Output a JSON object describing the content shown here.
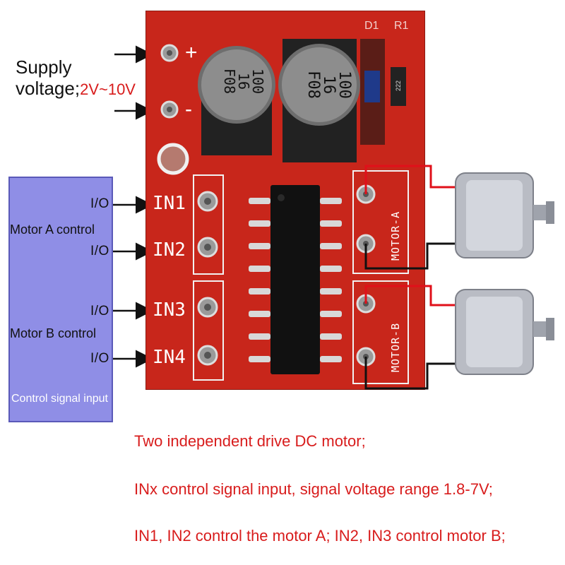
{
  "supply": {
    "label_line1": "Supply",
    "label_line2": "voltage;",
    "range": "2V~10V",
    "plus": "+",
    "minus": "-"
  },
  "board": {
    "silkscreen_d1": "D1",
    "silkscreen_r1": "R1",
    "cap_left": [
      "100",
      "16",
      "F08"
    ],
    "cap_right": [
      "100",
      "16",
      "F08"
    ],
    "resistor": "222",
    "pins": [
      "IN1",
      "IN2",
      "IN3",
      "IN4"
    ],
    "motor_a": "MOTOR-A",
    "motor_b": "MOTOR-B"
  },
  "control": {
    "io_labels": [
      "I/O",
      "I/O",
      "I/O",
      "I/O"
    ],
    "motor_a_control": "Motor A control",
    "motor_b_control": "Motor B control",
    "input_label": "Control signal input"
  },
  "notes": {
    "line1": "Two independent drive DC motor;",
    "line2": "INx control signal input, signal voltage range 1.8-7V;",
    "line3": "IN1, IN2 control the motor A; IN2, IN3 control motor B;"
  },
  "colors": {
    "board_red": "#c8261b",
    "text_red": "#d81c1c",
    "panel_blue": "#8f8ee6"
  }
}
